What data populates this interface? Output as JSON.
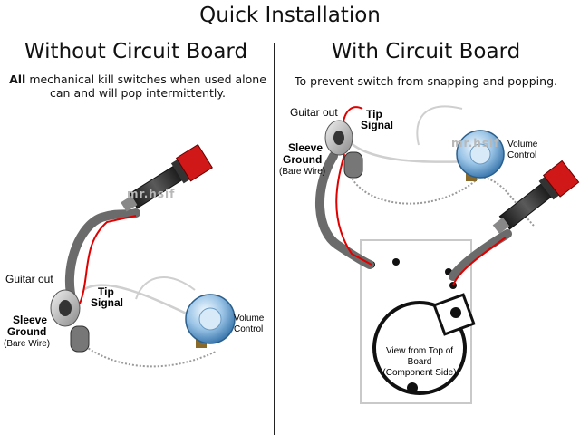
{
  "title": "Quick Installation",
  "left": {
    "heading": "Without Circuit Board",
    "desc_bold": "All",
    "desc_rest": " mechanical kill switches when used alone",
    "desc_line2": "can and will pop intermittently.",
    "labels": {
      "guitar_out": "Guitar out",
      "tip": "Tip",
      "signal": "Signal",
      "sleeve": "Sleeve",
      "ground": "Ground",
      "bare_wire": "(Bare Wire)",
      "volume": "Volume",
      "control": "Control",
      "watermark": "mr.hsif"
    }
  },
  "right": {
    "heading": "With Circuit Board",
    "desc": "To prevent switch from snapping and popping.",
    "labels": {
      "guitar_out": "Guitar out",
      "tip": "Tip",
      "signal": "Signal",
      "sleeve": "Sleeve",
      "ground": "Ground",
      "bare_wire": "(Bare Wire)",
      "volume": "Volume",
      "control": "Control",
      "view_line1": "View from Top of",
      "view_line2": "Board",
      "view_line3": "(Component Side)",
      "watermark": "mr.hsif"
    }
  },
  "colors": {
    "switch_red": "#d01818",
    "cable_gray": "#6b6b6b",
    "pot_blue": "#9ac4e6",
    "signal_wire": "#e00000"
  }
}
